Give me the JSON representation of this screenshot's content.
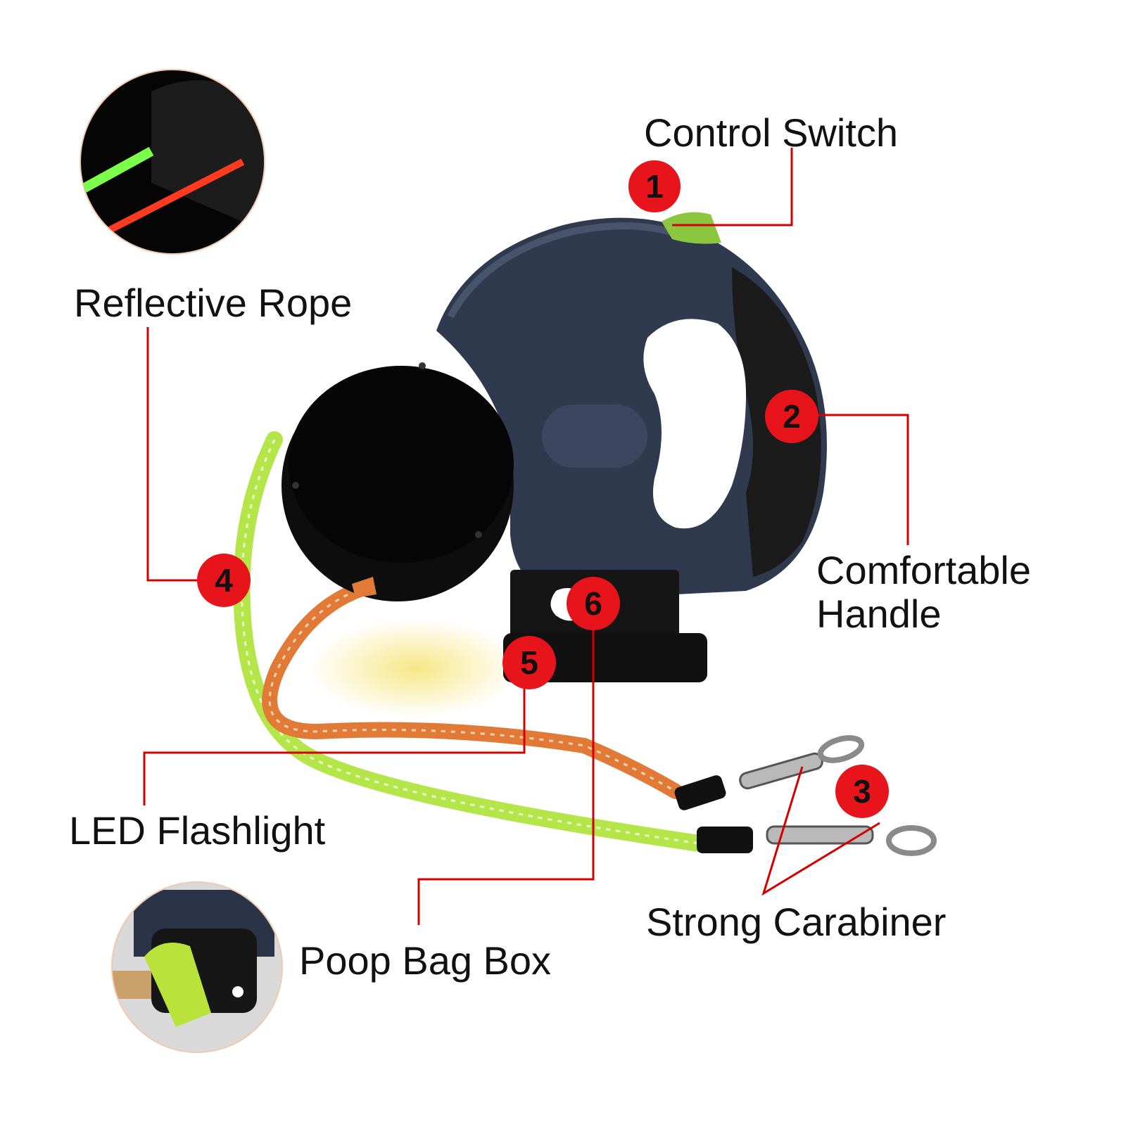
{
  "colors": {
    "leader": "#d40000",
    "badge": "#e8141b",
    "body": "#2f3a4f",
    "grip": "#1b1b1b",
    "reel": "#0d0d0d",
    "rope_green": "#b4e64a",
    "rope_orange": "#e07a36",
    "switch": "#8cc63f"
  },
  "callouts": [
    {
      "number": "1",
      "label": "Control Switch"
    },
    {
      "number": "2",
      "label": "Comfortable Handle"
    },
    {
      "number": "3",
      "label": "Strong Carabiner"
    },
    {
      "number": "4",
      "label": "Reflective Rope"
    },
    {
      "number": "5",
      "label": "LED Flashlight"
    },
    {
      "number": "6",
      "label": "Poop Bag Box"
    }
  ],
  "insets": [
    {
      "name": "reflective-rope-closeup"
    },
    {
      "name": "poop-bag-closeup"
    }
  ]
}
